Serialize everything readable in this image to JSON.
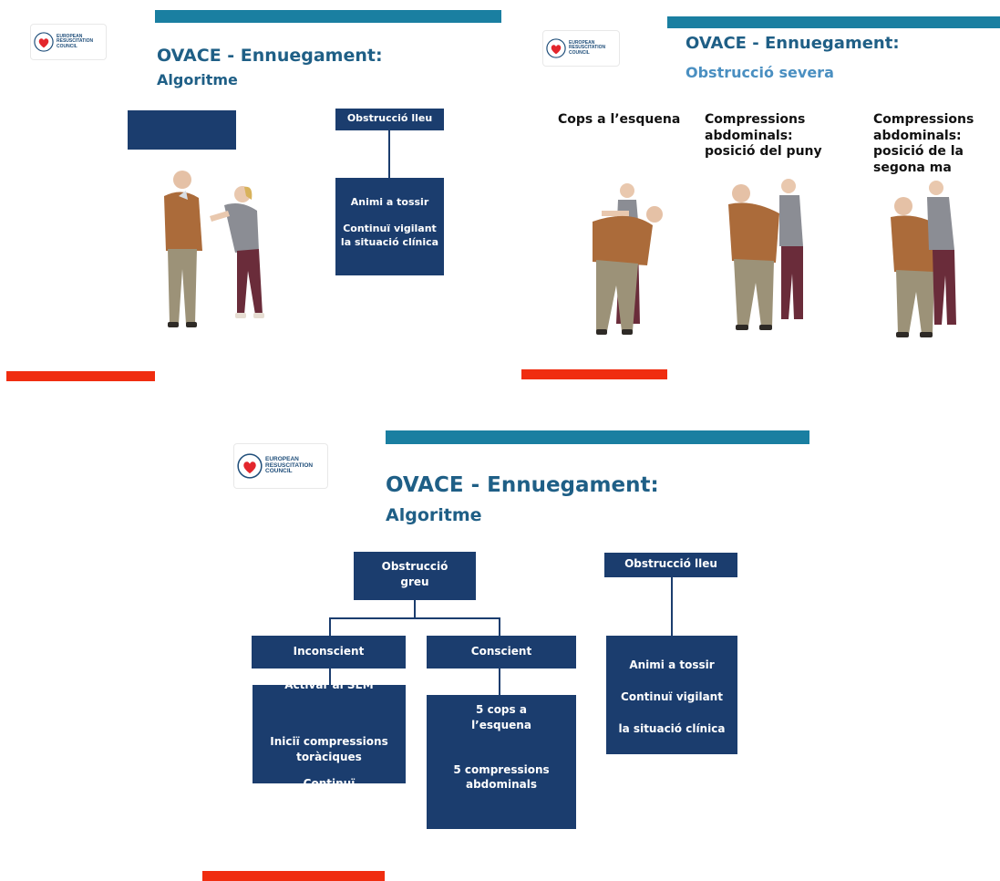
{
  "slide1": {
    "logo_text": "EUROPEAN\nRESUSCITATION\nCOUNCIL",
    "title": "OVACE - Ennuegament:",
    "subtitle": "Algoritme",
    "box_mild": "Obstrucció lleu",
    "box_advice_1": "Animi a tossir",
    "box_advice_2": "Continuï vigilant\nla situació clínica"
  },
  "slide2": {
    "logo_text": "EUROPEAN\nRESUSCITATION\nCOUNCIL",
    "title": "OVACE - Ennuegament:",
    "subtitle": "Obstrucció severa",
    "caption_1": "Cops a l’esquena",
    "caption_2": "Compressions\nabdominals:\nposició del puny",
    "caption_3": "Compressions\nabdominals:\nposició de la\nsegona ma"
  },
  "slide3": {
    "logo_text": "EUROPEAN\nRESUSCITATION\nCOUNCIL",
    "title": "OVACE - Ennuegament:",
    "subtitle": "Algoritme",
    "box_severe": "Obstrucció\ngreu",
    "box_mild": "Obstrucció lleu",
    "box_unconscious": "Inconscient",
    "box_conscious": "Conscient",
    "unconscious_steps": [
      "Activar al SEM",
      "Iniciï compressions\ntoràciques",
      "Continuï\ncompressions\ntoràciques i\nrespiracions"
    ],
    "conscious_steps": [
      "5 cops a\nl’esquena",
      "5 compressions\nabdominals"
    ],
    "mild_steps": [
      "Animi a tossir",
      "Continuï vigilant",
      "la situació clínica"
    ]
  },
  "colors": {
    "teal": "#1a7fa1",
    "red": "#f02d10",
    "navy": "#1b3d6e",
    "title_blue": "#1f5f86",
    "subtitle_blue": "#4a8fc1"
  },
  "icons": {
    "logo": "erc-lungs-heart-icon",
    "figures": "choking-rescue-illustration"
  }
}
